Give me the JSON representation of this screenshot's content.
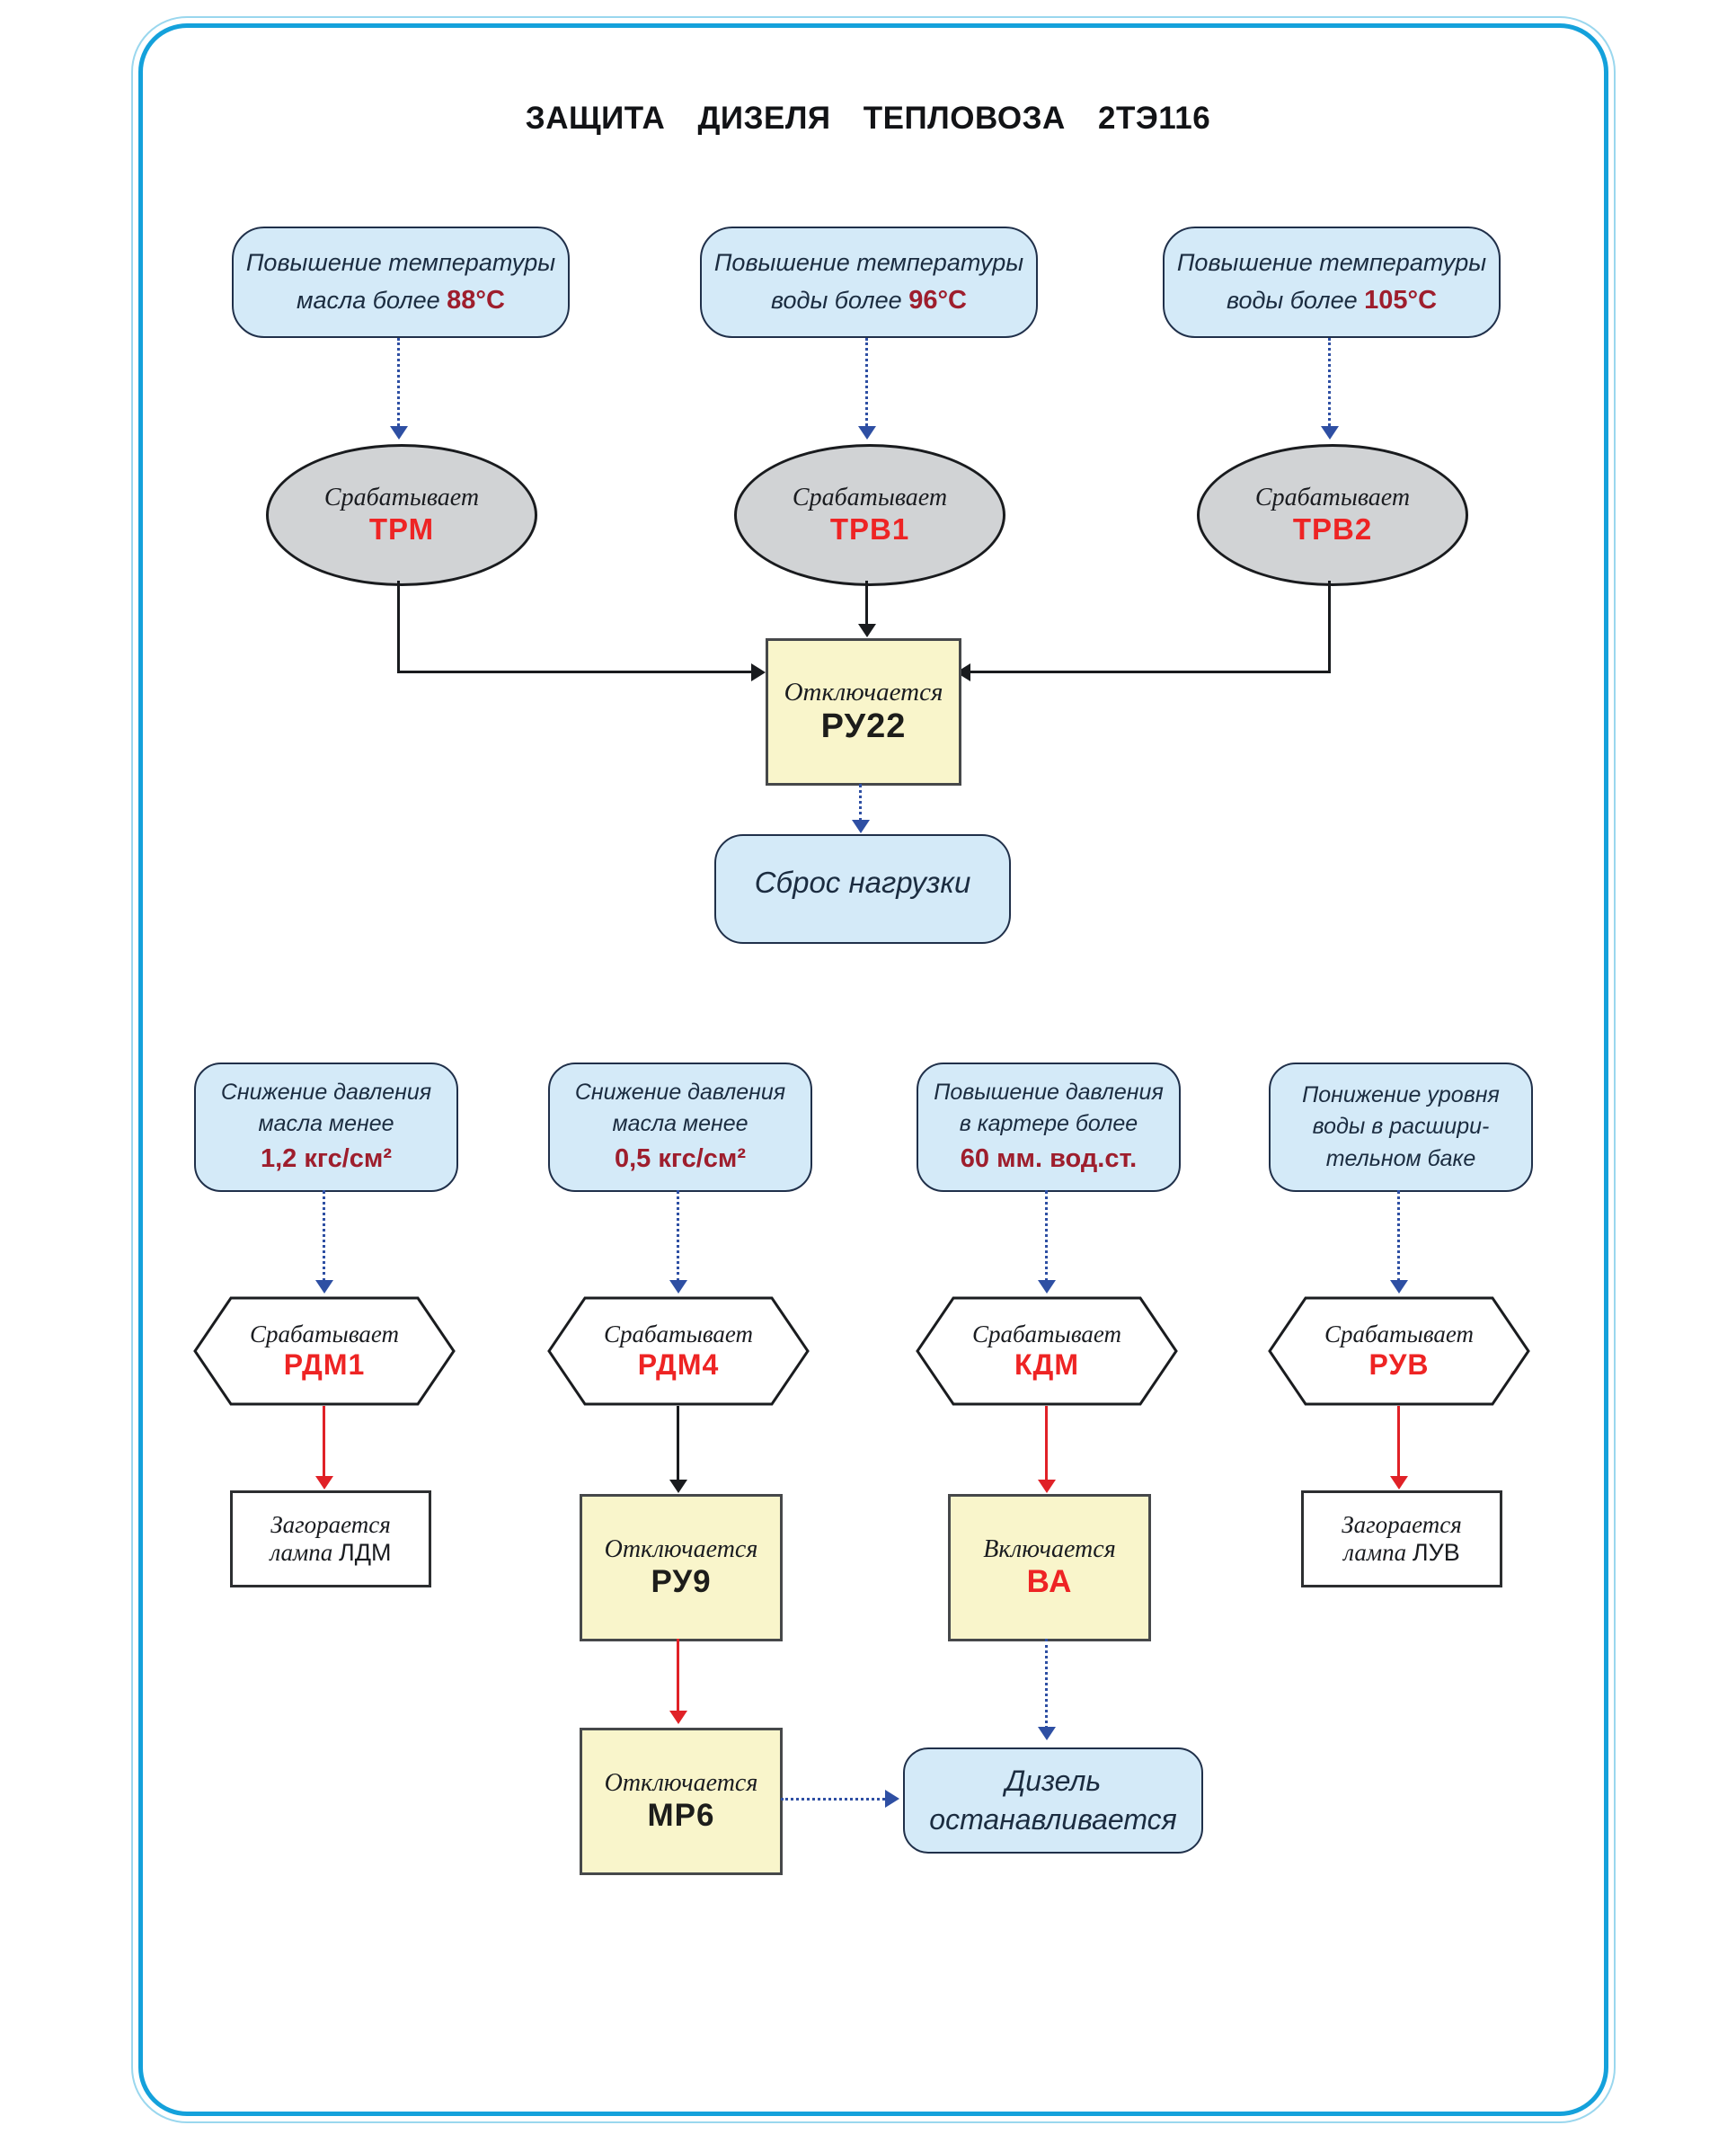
{
  "title": "ЗАЩИТА ДИЗЕЛЯ ТЕПЛОВОЗА 2ТЭ116",
  "colors": {
    "box_blue": "#d4eaf8",
    "box_yellow": "#f9f5cb",
    "ellipse_gray": "#d1d3d5",
    "red_accent": "#ee2424",
    "dark_red_value": "#9e1e2d",
    "navy_text": "#1b2c40",
    "arrow_blue": "#2e4fa3",
    "arrow_red": "#e02127",
    "frame_blue": "#14a1db"
  },
  "top_section": {
    "causes": [
      {
        "line1": "Повышение температуры",
        "line2": "масла  более ",
        "value": "88°С"
      },
      {
        "line1": "Повышение температуры",
        "line2": "воды  более ",
        "value": "96°С"
      },
      {
        "line1": "Повышение температуры",
        "line2": "воды  более ",
        "value": "105°С"
      }
    ],
    "relays": [
      {
        "action": "Срабатывает",
        "name": "ТРМ"
      },
      {
        "action": "Срабатывает",
        "name": "ТРВ1"
      },
      {
        "action": "Срабатывает",
        "name": "ТРВ2"
      }
    ],
    "result": {
      "action": "Отключается",
      "name": "РУ22"
    },
    "outcome": "Сброс нагрузки"
  },
  "bottom_section": {
    "causes": [
      {
        "line1": "Снижение давления",
        "line2": "масла менее",
        "value": "1,2 кгс/см²"
      },
      {
        "line1": "Снижение давления",
        "line2": "масла менее",
        "value": "0,5 кгс/см²"
      },
      {
        "line1": "Повышение давления",
        "line2": "в картере более",
        "value": "60 мм. вод.ст."
      },
      {
        "line1": "Понижение уровня",
        "line2": "воды в расшири-",
        "line3": "тельном баке"
      }
    ],
    "sensors": [
      {
        "action": "Срабатывает",
        "name": "РДМ1"
      },
      {
        "action": "Срабатывает",
        "name": "РДМ4"
      },
      {
        "action": "Срабатывает",
        "name": "КДМ"
      },
      {
        "action": "Срабатывает",
        "name": "РУВ"
      }
    ],
    "lamp_ldm": {
      "line1": "Загорается",
      "prefix": "лампа ",
      "name": "ЛДМ"
    },
    "ru9": {
      "action": "Отключается",
      "name": "РУ9"
    },
    "va": {
      "action": "Включается",
      "name": "ВА"
    },
    "lamp_luv": {
      "line1": "Загорается",
      "prefix": "лампа ",
      "name": "ЛУВ"
    },
    "mr6": {
      "action": "Отключается",
      "name": "МР6"
    },
    "outcome": {
      "line1": "Дизель",
      "line2": "останавливается"
    }
  }
}
